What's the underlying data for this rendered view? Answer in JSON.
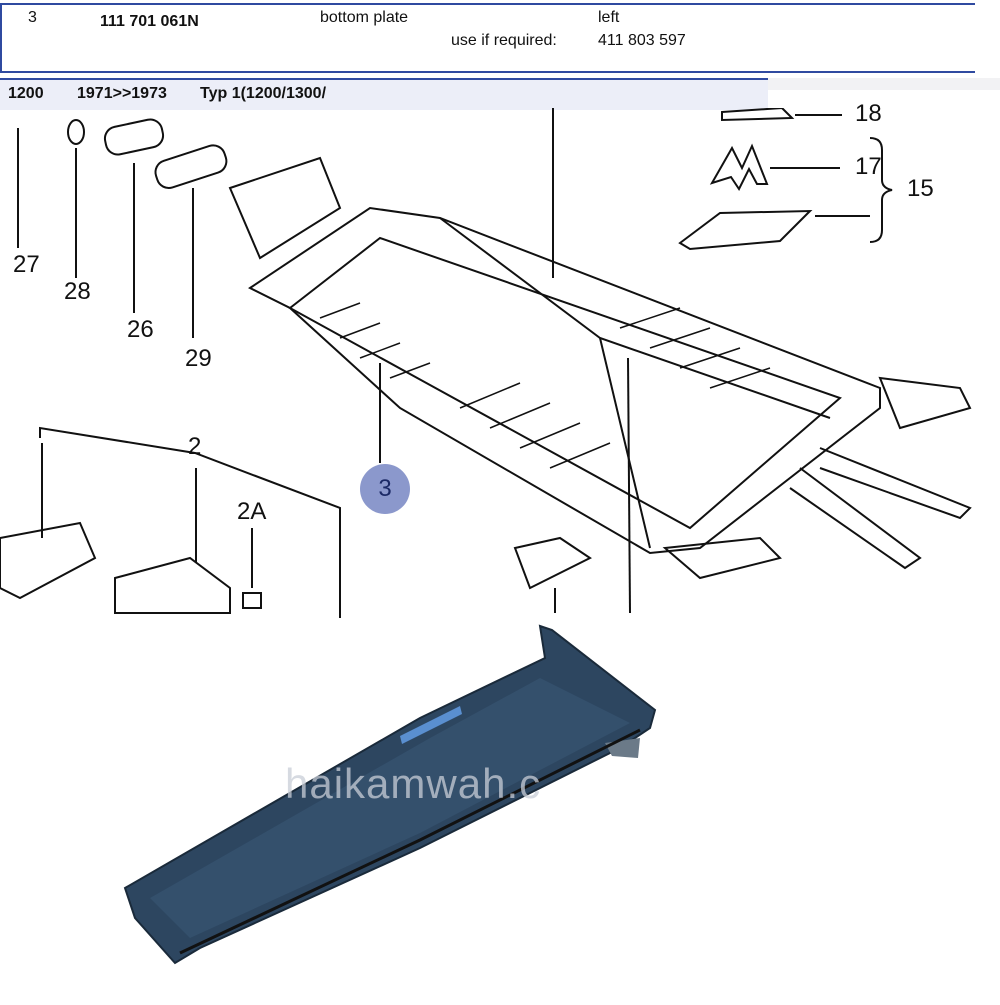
{
  "part_row": {
    "position": "3",
    "part_number": "111 701 061N",
    "description": "bottom plate",
    "side": "left",
    "alt_label": "use if required:",
    "alt_part_number": "411 803 597"
  },
  "model_bar": {
    "engine": "1200",
    "years": "1971>>1973",
    "type": "Typ 1(1200/1300/"
  },
  "diagram_labels": [
    "27",
    "28",
    "26",
    "29",
    "18",
    "17",
    "15",
    "2",
    "2A",
    "3"
  ],
  "watermark": "haikamwah.c",
  "colors": {
    "border": "#2f4aa0",
    "callout": "#8b98cc",
    "panel": "#2d4660"
  }
}
